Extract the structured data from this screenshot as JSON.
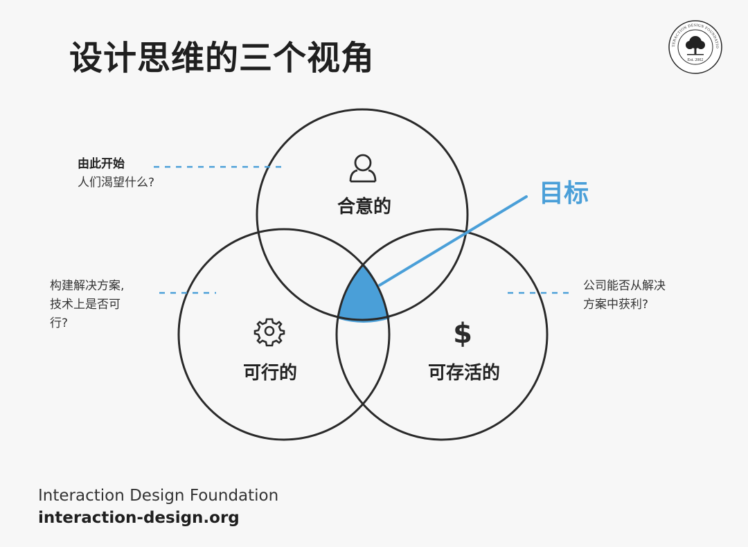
{
  "header": {
    "title": "设计思维的三个视角"
  },
  "logo": {
    "ring_text": "INTERACTION DESIGN FOUNDATION",
    "est": "Est. 2002",
    "icon": "tree-icon"
  },
  "diagram": {
    "circles": [
      {
        "id": "desirable",
        "label": "合意的",
        "icon": "user-icon"
      },
      {
        "id": "feasible",
        "label": "可行的",
        "icon": "gear-icon"
      },
      {
        "id": "viable",
        "label": "可存活的",
        "icon": "dollar-icon"
      }
    ],
    "goal_label": "目标",
    "colors": {
      "accent": "#4a9fd8",
      "stroke": "#2a2a2a",
      "dash": "#4a9fd8"
    }
  },
  "annotations": {
    "top_lead": "由此开始",
    "top_text": "人们渴望什么?",
    "left_line1": "构建解决方案,",
    "left_line2": "技术上是否可",
    "left_line3": "行?",
    "right_line1": "公司能否从解决",
    "right_line2": "方案中获利?"
  },
  "footer": {
    "org": "Interaction Design Foundation",
    "url": "interaction-design.org"
  }
}
